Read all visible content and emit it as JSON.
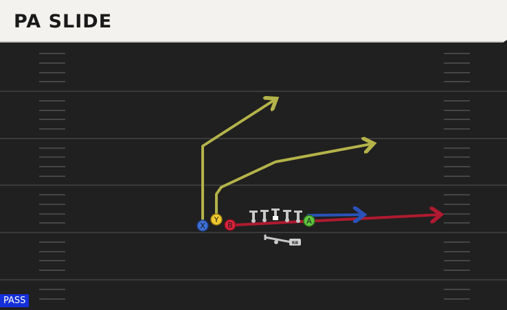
{
  "play": {
    "title": "PA SLIDE",
    "type_badge": "PASS"
  },
  "players": {
    "x": "X",
    "y": "Y",
    "b": "B",
    "a": "A",
    "rb": "RB"
  },
  "colors": {
    "field": "#202020",
    "yard_line": "#3a3a3a",
    "hash": "#4a4a4a",
    "title_bg": "#f3f2ee",
    "x_button": "#3d6fd4",
    "y_button": "#f0c92f",
    "b_button": "#d7243b",
    "a_button": "#5ec43f",
    "route_yellow": "#b4b34a",
    "route_red": "#b01a30",
    "route_blue": "#2a52b8",
    "linemen": "#c9c9c9"
  }
}
